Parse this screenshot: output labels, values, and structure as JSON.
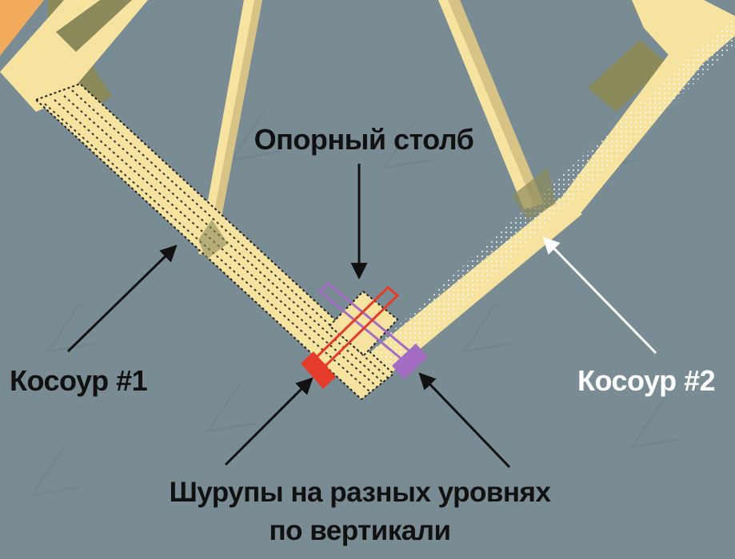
{
  "labels": {
    "post": "Опорный столб",
    "stringer_1": "Косоур #1",
    "stringer_2": "Косоур #2",
    "screws_line1": "Шурупы на разных уровнях",
    "screws_line2": "по вертикали"
  },
  "colors": {
    "background": "#7a8c93",
    "wood": "#f7e3a0",
    "wood_shadow": "#8a8a58",
    "corner_orange": "#f2ab5c",
    "screw_red": "#e53b2a",
    "screw_purple": "#a46cc2",
    "arrow_dark": "#111111",
    "arrow_light": "#ffffff"
  }
}
